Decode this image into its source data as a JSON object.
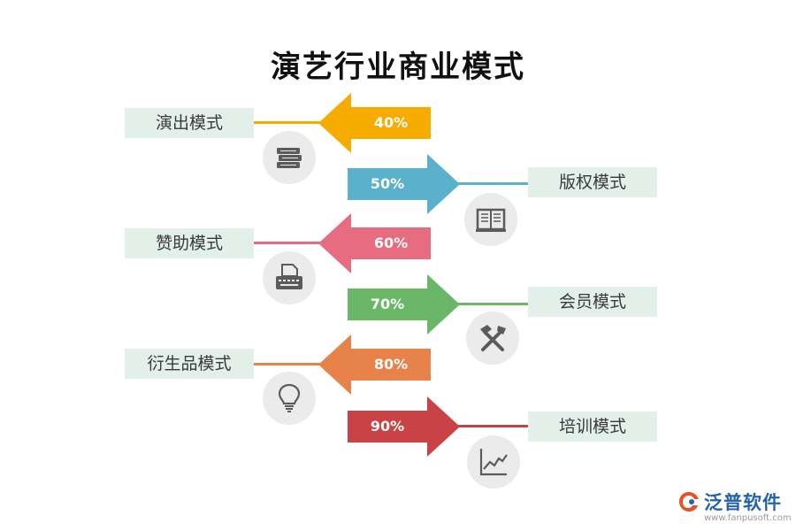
{
  "title": "演艺行业商业模式",
  "rows": [
    {
      "label": "演出模式",
      "percent": "40%",
      "color": "#f5ab00",
      "icon": "books-icon"
    },
    {
      "label": "版权模式",
      "percent": "50%",
      "color": "#5ab1cc",
      "icon": "open-book-icon"
    },
    {
      "label": "赞助模式",
      "percent": "60%",
      "color": "#e76c80",
      "icon": "typewriter-icon"
    },
    {
      "label": "会员模式",
      "percent": "70%",
      "color": "#6ab768",
      "icon": "hammer-wrench-icon"
    },
    {
      "label": "衍生品模式",
      "percent": "80%",
      "color": "#e7834a",
      "icon": "lightbulb-icon"
    },
    {
      "label": "培训模式",
      "percent": "90%",
      "color": "#c94245",
      "icon": "line-chart-icon"
    }
  ],
  "logo": {
    "name": "泛普软件",
    "url": "www.fanpusoft.com"
  }
}
